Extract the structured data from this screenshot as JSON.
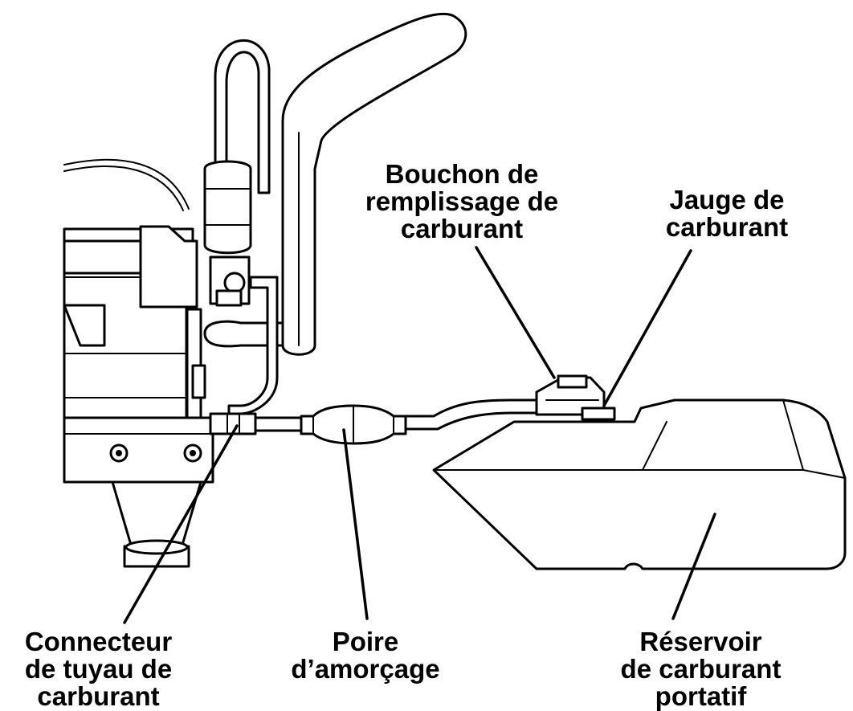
{
  "labels": {
    "fuel_cap": [
      "Bouchon de",
      "remplissage de",
      "carburant"
    ],
    "fuel_gauge": [
      "Jauge de",
      "carburant"
    ],
    "hose_connector": [
      "Connecteur",
      "de tuyau de",
      "carburant"
    ],
    "primer_bulb": [
      "Poire",
      "d’amorçage"
    ],
    "portable_tank": [
      "Réservoir",
      "de carburant",
      "portatif"
    ]
  }
}
